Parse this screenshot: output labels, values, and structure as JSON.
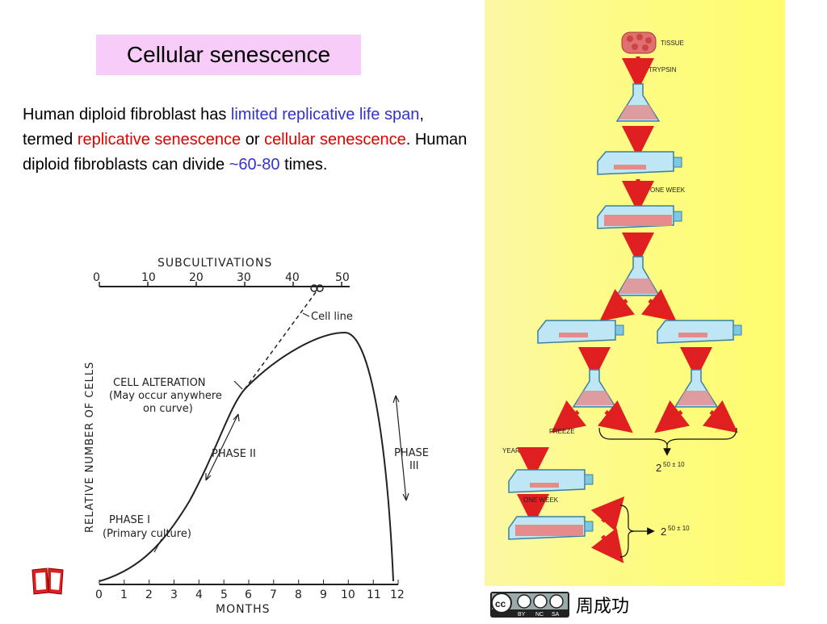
{
  "title": "Cellular senescence",
  "body": {
    "p1": "Human diploid fibroblast has ",
    "h1": "limited replicative life span",
    "p2": ", termed ",
    "h2": "replicative senescence",
    "p3": " or ",
    "h3": "cellular senescence",
    "p4": ".   Human diploid fibroblasts can divide ",
    "h4": "~60-80",
    "p5": " times."
  },
  "graph": {
    "top_axis_title": "SUBCULTIVATIONS",
    "top_ticks": [
      "0",
      "10",
      "20",
      "30",
      "40",
      "50"
    ],
    "bottom_axis_title": "MONTHS",
    "bottom_ticks": [
      "0",
      "1",
      "2",
      "3",
      "4",
      "5",
      "6",
      "7",
      "8",
      "9",
      "10",
      "11",
      "12"
    ],
    "y_title": "RELATIVE NUMBER OF CELLS",
    "cell_line": "Cell line",
    "alteration_1": "CELL ALTERATION",
    "alteration_2": "(May occur anywhere",
    "alteration_3": "on curve)",
    "phase2": "PHASE II",
    "phase3_1": "PHASE",
    "phase3_2": "III",
    "phase1_1": "PHASE I",
    "phase1_2": "(Primary culture)"
  },
  "panel": {
    "tissue": "TISSUE",
    "trypsin": "TRYPSIN",
    "one_week_1": "ONE WEEK",
    "freeze": "FREEZE",
    "years_later": "YEARS LATER",
    "one_week_2": "ONE WEEK",
    "result_1": "2",
    "result_1_exp": "50 ± 10",
    "result_2": "2",
    "result_2_exp": "50 ± 10"
  },
  "colors": {
    "title_bg": "#f8ccf8",
    "highlight_blue": "#3333cc",
    "highlight_red": "#e00000",
    "panel_bg": "#fdfb80",
    "arrow_red": "#e02020",
    "flask_blue": "#9fd8ee"
  },
  "footer": {
    "license_icon": "cc-by-nc-sa-icon",
    "cc": "cc",
    "by": "BY",
    "nc": "NC",
    "sa": "SA",
    "author": "周成功"
  },
  "book_icon": "book-icon"
}
